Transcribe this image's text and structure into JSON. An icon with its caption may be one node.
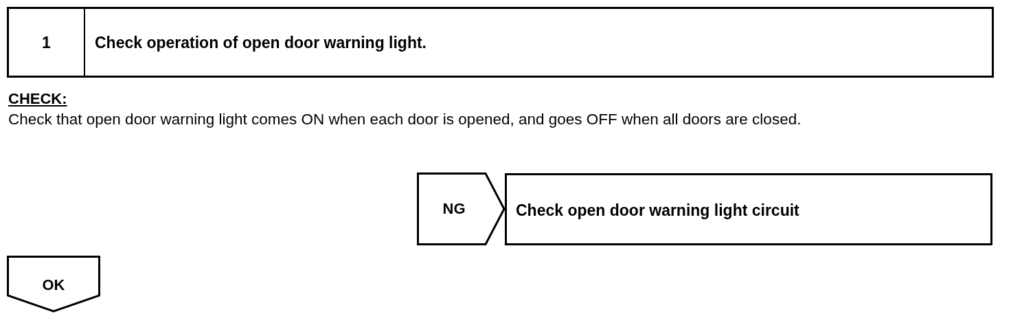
{
  "diagram": {
    "nodes": [
      {
        "text": [
          "1",
          "Check operation of open door warning light."
        ]
      },
      {
        "text": [
          "NG"
        ]
      },
      {
        "text": [
          "Check open door warning light circuit"
        ]
      },
      {
        "text": [
          "OK"
        ]
      }
    ],
    "labels": [
      "CHECK:",
      "Check that open door warning light comes ON when each door is opened, and goes OFF when all doors are closed."
    ]
  }
}
